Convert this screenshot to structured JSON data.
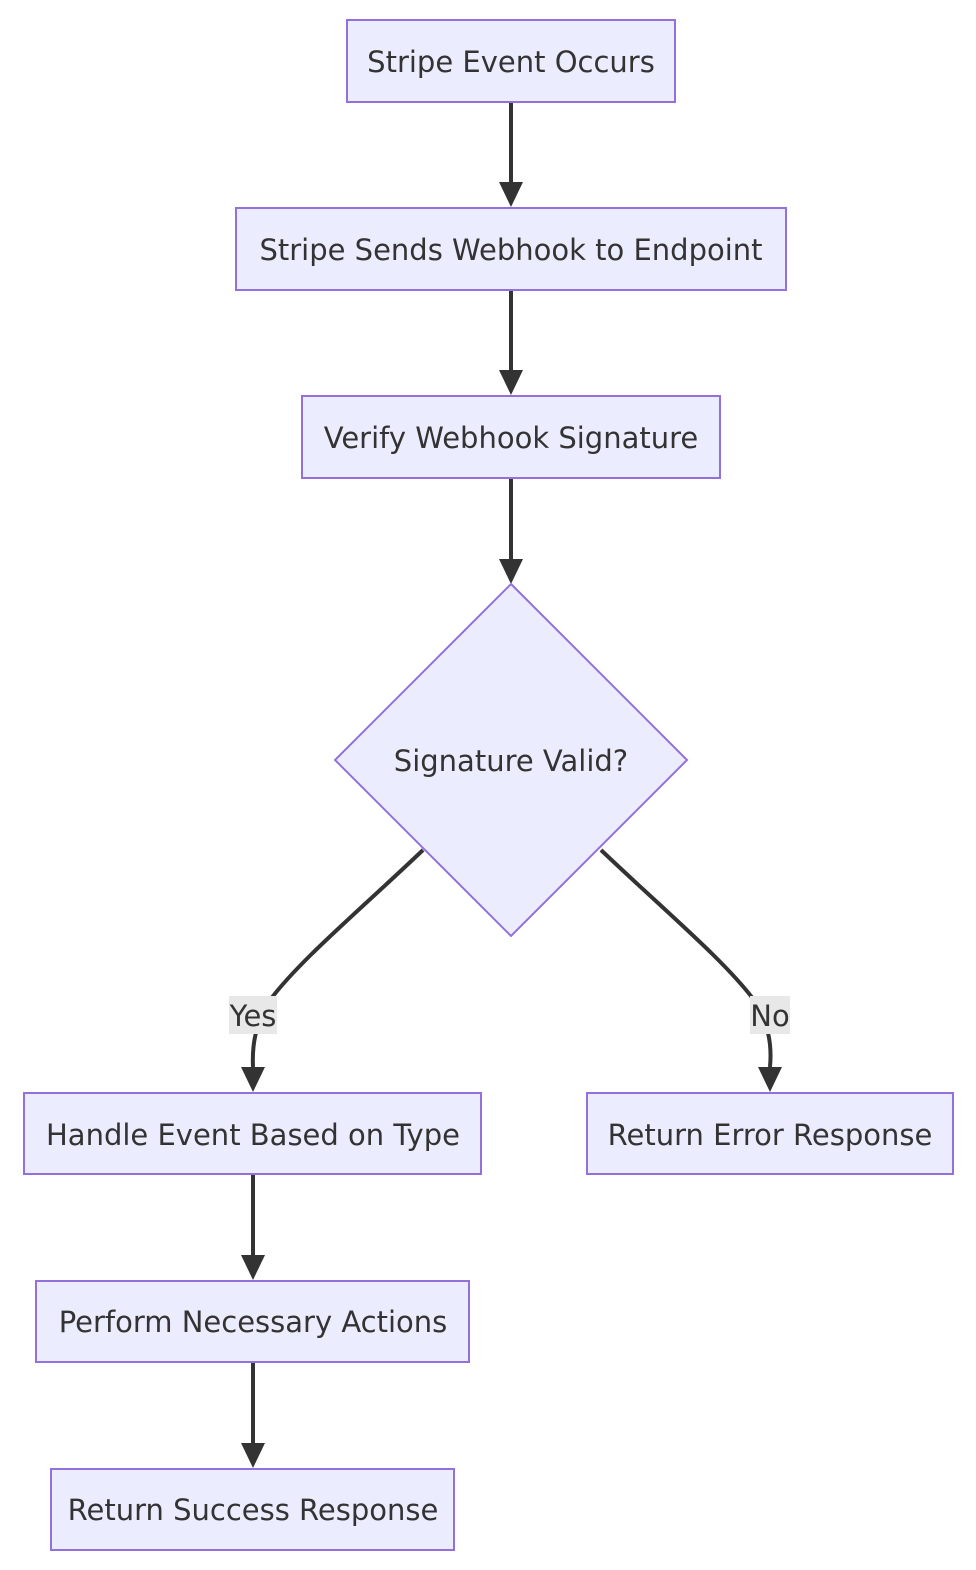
{
  "nodes": {
    "event_occurs": "Stripe Event Occurs",
    "sends_webhook": "Stripe Sends Webhook to Endpoint",
    "verify_signature": "Verify Webhook Signature",
    "signature_valid": "Signature Valid?",
    "handle_event": "Handle Event Based on Type",
    "return_error": "Return Error Response",
    "perform_actions": "Perform Necessary Actions",
    "return_success": "Return Success Response"
  },
  "edges": {
    "yes_label": "Yes",
    "no_label": "No"
  },
  "colors": {
    "node_fill": "#ECECFF",
    "node_stroke": "#9370DB",
    "edge": "#333333",
    "text": "#333333",
    "label_bg": "#e8e8e8"
  }
}
